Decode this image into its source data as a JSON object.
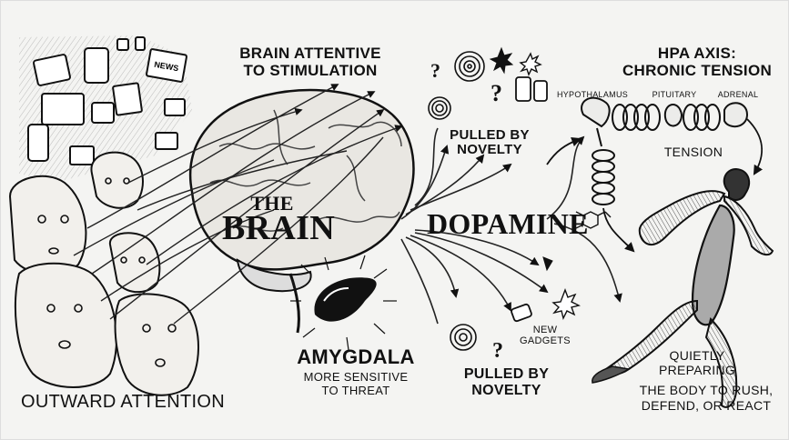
{
  "labels": {
    "brain_attentive": "BRAIN ATTENTIVE\nTO STIMULATION",
    "the": "THE",
    "brain": "BRAIN",
    "dopamine": "DOPAMINE",
    "pulled_top": "PULLED BY\nNOVELTY",
    "pulled_bottom": "PULLED BY\nNOVELTY",
    "new_gadgets": "NEW\nGADGETS",
    "amygdala": "AMYGDALA",
    "amygdala_sub": "MORE SENSITIVE\nTO THREAT",
    "outward": "OUTWARD ATTENTION",
    "hpa": "HPA AXIS:\nCHRONIC TENSION",
    "hypothalamus": "HYPOTHALAMUS",
    "pituitary": "PITUITARY",
    "adrenal": "ADRENAL",
    "tension": "TENSION",
    "quietly": "QUIETLY\nPREPARING",
    "body": "THE BODY TO RUSH,\nDEFEND, OR REACT"
  },
  "device_labels": {
    "news": "NEWS"
  }
}
